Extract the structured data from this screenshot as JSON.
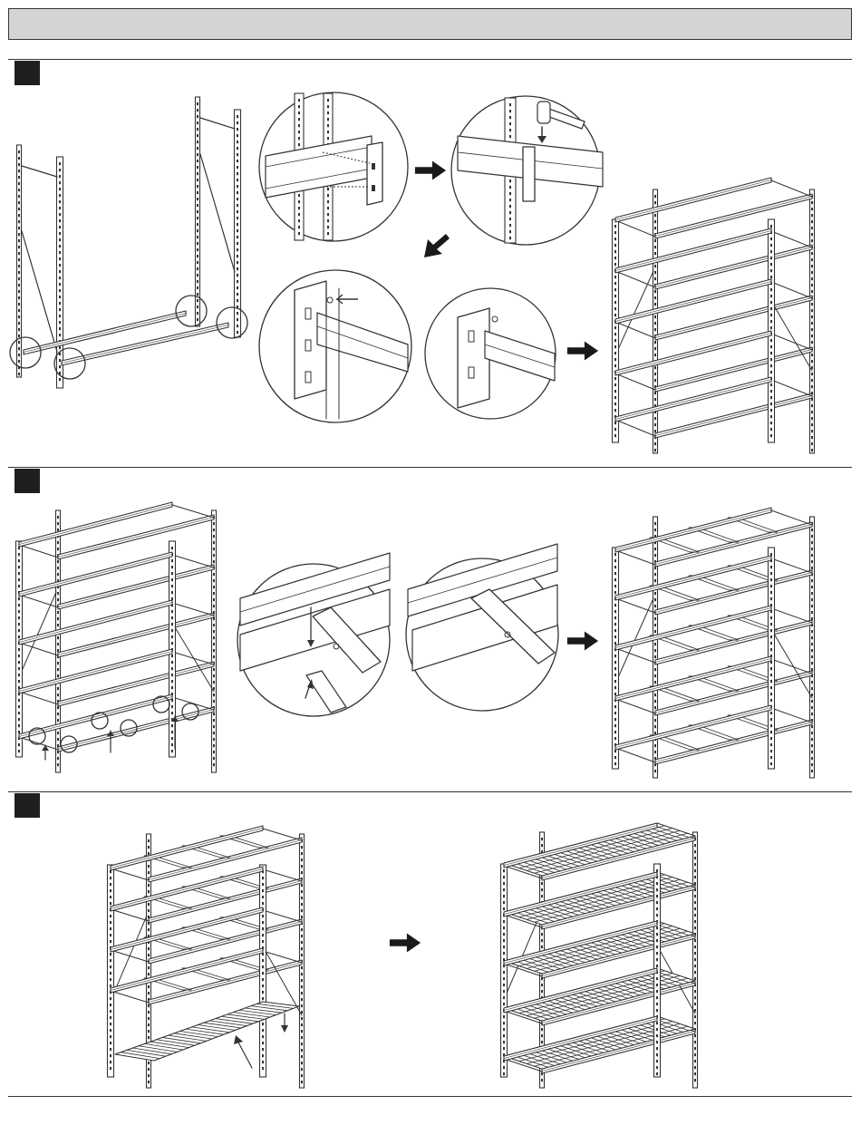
{
  "page": {
    "header_title": "",
    "sections": [
      {
        "id": "step-1",
        "number": ""
      },
      {
        "id": "step-2",
        "number": ""
      },
      {
        "id": "step-3",
        "number": ""
      }
    ]
  },
  "icons": {
    "arrow": "arrow-right-icon",
    "hammer": "rubber-mallet-icon",
    "detail": "magnifier-circle-icon"
  },
  "colors": {
    "line": "#333333",
    "header_fill": "#d4d4d4",
    "badge_fill": "#1f1f1f"
  }
}
